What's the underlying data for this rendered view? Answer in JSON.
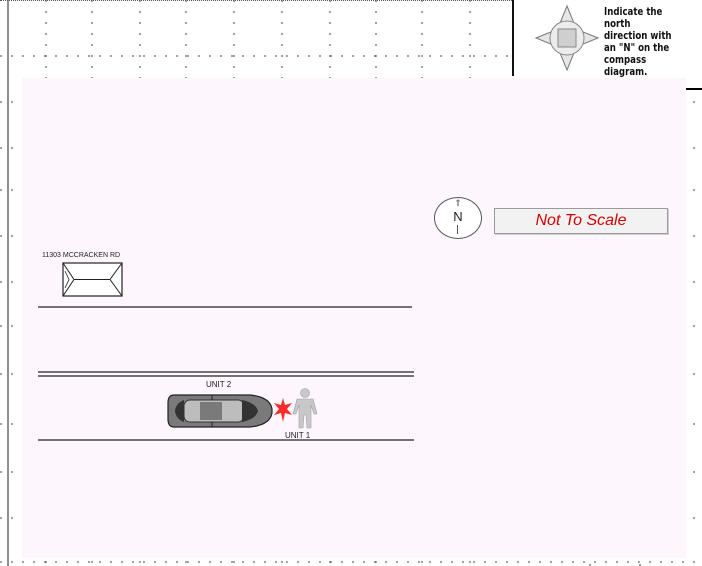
{
  "compass_instructions": "Indicate the north\ndirection with\nan \"N\" on the\ncompass diagram.",
  "north_indicator": {
    "letter": "N",
    "arrow": "⇑"
  },
  "scale_note": "Not To Scale",
  "building": {
    "address": "11303 MCCRACKEN RD"
  },
  "units": {
    "unit2": "UNIT 2",
    "unit1": "UNIT 1"
  },
  "colors": {
    "panel": "#fdf7fd",
    "scale_text": "#d40000",
    "impact": "#ff2a2a",
    "pedestrian": "#c8c8c8"
  }
}
